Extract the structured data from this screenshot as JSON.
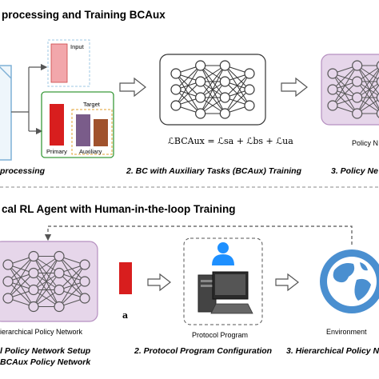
{
  "top_section": {
    "title": "processing and Training BCAux",
    "input_label": "Input",
    "target_label": "Target",
    "primary_label": "Primary",
    "auxiliary_label": "Auxiliary",
    "loss_formula": "ℒBCAux = ℒsa + ℒbs + ℒua",
    "policy_label": "Policy N",
    "caption_1": "processing",
    "caption_2": "2. BC with Auxiliary Tasks  (BCAux) Training",
    "caption_3": "3. Policy Ne"
  },
  "bottom_section": {
    "title": "cal RL Agent with Human-in-the-loop Training",
    "network_label": "ierarchical Policy Network",
    "action_label": "a",
    "protocol_label": "Protocol Program",
    "environment_label": "Environment",
    "caption_1a": "l Policy Network Setup",
    "caption_1b": "BCAux Policy Network",
    "caption_2": "2. Protocol Program Configuration",
    "caption_3": "3. Hierarchical Policy Ne"
  },
  "colors": {
    "primary_bar": "#d81e1e",
    "aux_bar_1": "#7a5c8a",
    "aux_bar_2": "#a0522d",
    "input_bar": "#f2a7ab",
    "policy_fill": "#e6d6ea",
    "policy_border": "#b58fc0",
    "globe": "#4a8fd0",
    "person": "#1e90ff"
  }
}
